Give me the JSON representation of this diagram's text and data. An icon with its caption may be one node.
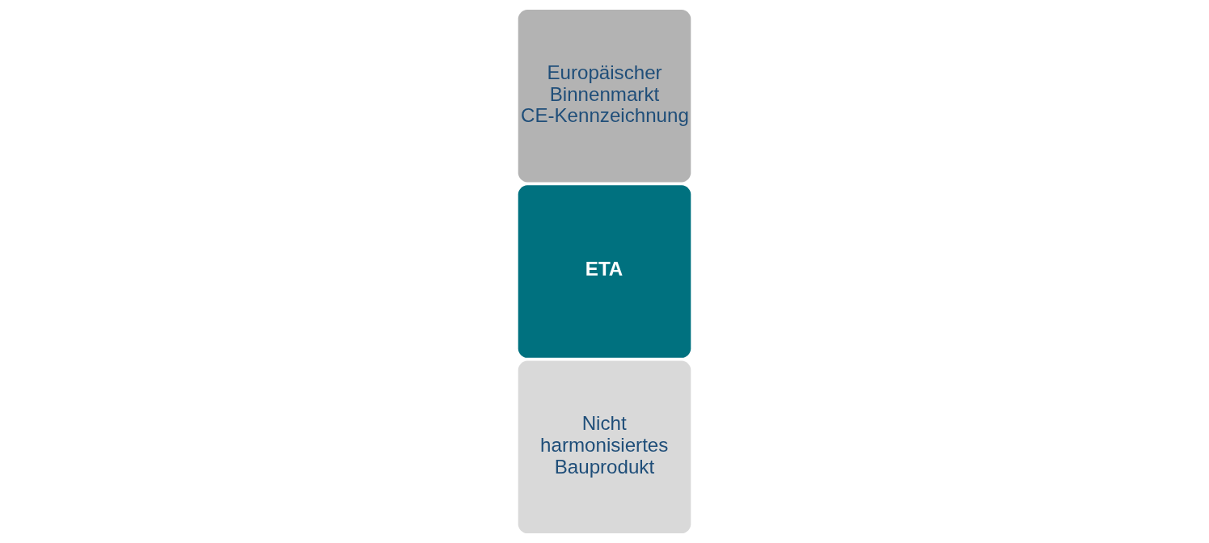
{
  "diagram": {
    "nodes": [
      {
        "text": [
          "Nicht harmonisiertes Bauprodukt"
        ]
      },
      {
        "text": [
          "ETA"
        ]
      },
      {
        "text": [
          "Europäischer Binnenmarkt CE-Kennzeichnung"
        ]
      }
    ]
  }
}
